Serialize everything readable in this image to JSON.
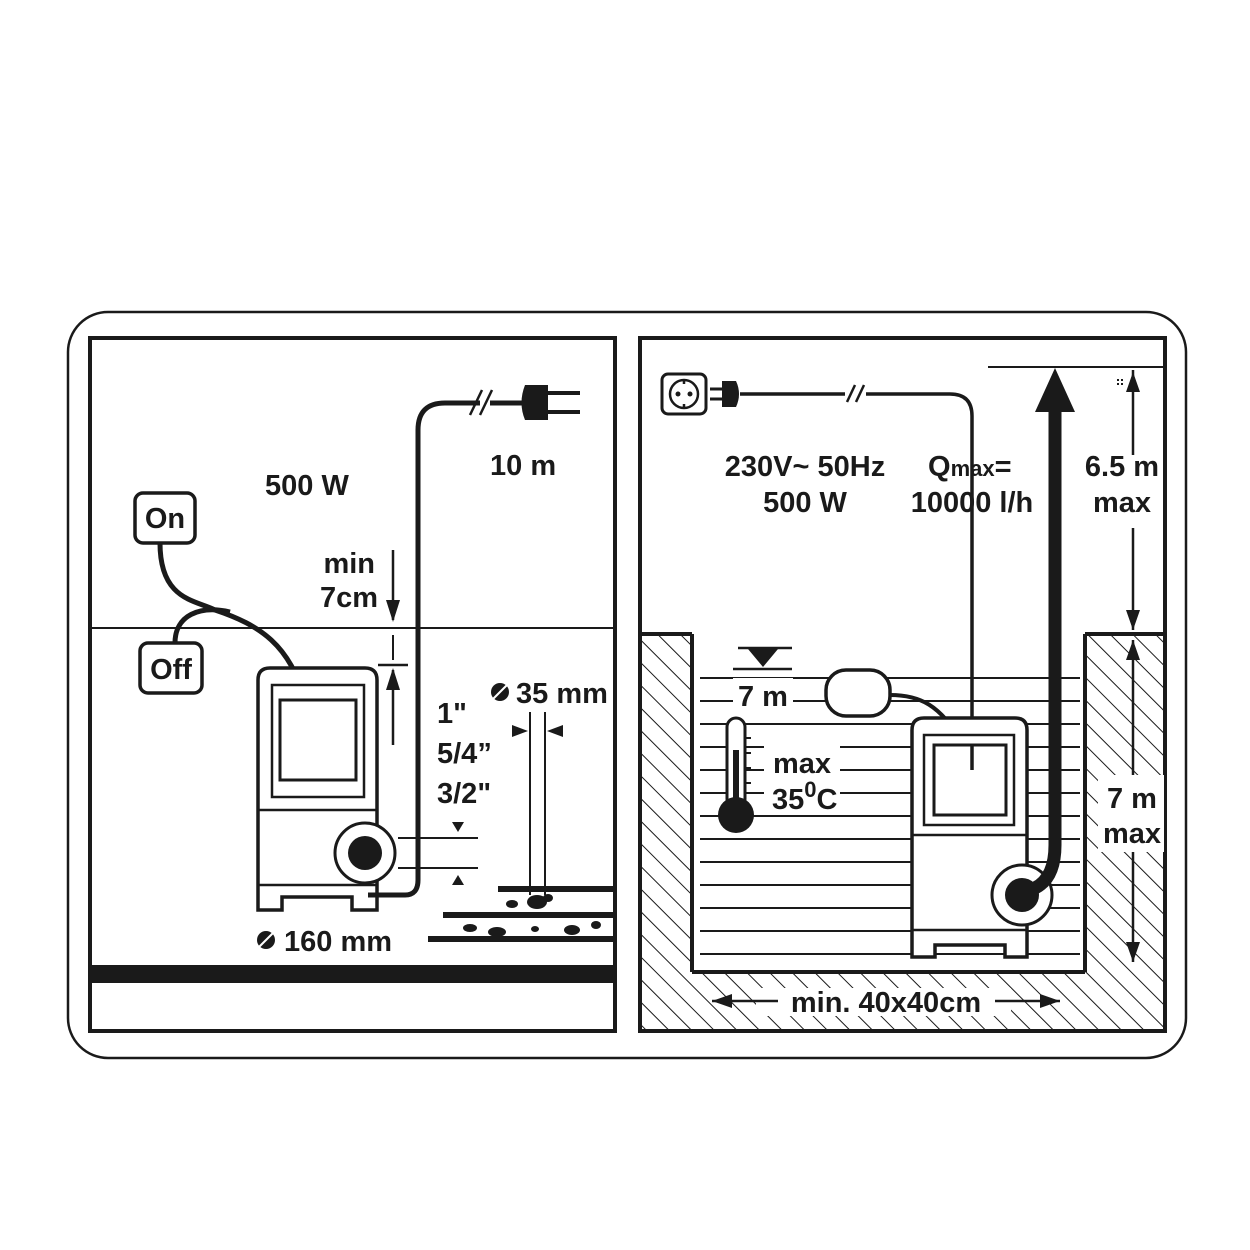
{
  "left_panel": {
    "power": "500 W",
    "cable_length": "10 m",
    "switch_on": "On",
    "switch_off": "Off",
    "min_depth_1": "min",
    "min_depth_2": "7cm",
    "outlet_sizes": [
      "1\"",
      "5/4”",
      "3/2\""
    ],
    "particle_size": "35 mm",
    "pump_diameter": "160 mm"
  },
  "right_panel": {
    "voltage": "230V~ 50Hz",
    "power": "500 W",
    "flow_q": "Q",
    "flow_sub": "max",
    "flow_eq": "=",
    "flow_value": "10000 l/h",
    "head_1": "6.5 m",
    "head_2": "max",
    "water_level": "7 m",
    "temp_1": "max",
    "temp_2_num": "35",
    "temp_2_deg": "0",
    "temp_2_unit": "C",
    "depth_1": "7 m",
    "depth_2": "max",
    "shaft_size": "min. 40x40cm"
  },
  "colors": {
    "ink": "#1a1a1a",
    "background": "#ffffff"
  }
}
